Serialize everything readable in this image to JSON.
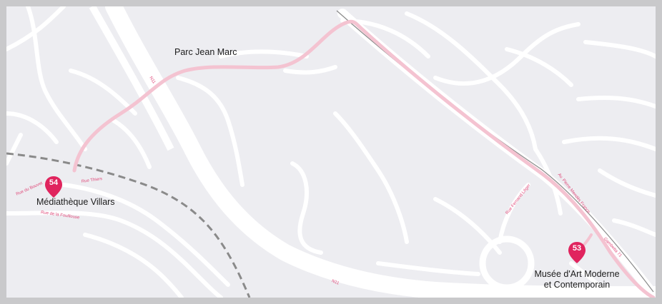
{
  "colors": {
    "frame": "#c9c9cb",
    "background": "#ededf1",
    "road": "#ffffff",
    "route": "#f4c3d1",
    "pin": "#e0245e",
    "railway": "#8a8a8a",
    "label": "#1c1c1c",
    "street_label": "#e04a7a"
  },
  "places": {
    "park": "Parc Jean Marc",
    "mediatheque": "Médiathèque Villars",
    "musee_line1": "Musée d'Art Moderne",
    "musee_line2": "et Contemporain"
  },
  "markers": [
    {
      "number": "54",
      "icon": "map-pin-icon"
    },
    {
      "number": "53",
      "icon": "map-pin-icon"
    }
  ],
  "streets": {
    "a": "N11",
    "b": "Rue du Bouvet",
    "c": "Rue Thiers",
    "d": "Rue de la Fouillouse",
    "e": "Av. Pierre Mendès France",
    "f": "Rue Fernand Léger",
    "g": "Gambetta 71",
    "h": "N11"
  }
}
